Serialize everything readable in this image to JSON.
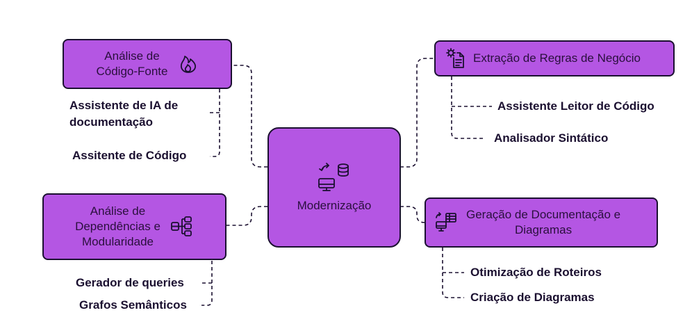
{
  "center": {
    "label": "Modernização",
    "icon": "code-database-monitor-icon"
  },
  "branches": {
    "code_analysis": {
      "label_line1": "Análise de",
      "label_line2": "Código-Fonte",
      "icon": "flame-icon",
      "leaves": [
        "Assistente de IA de",
        "documentação",
        "Assitente de Código"
      ]
    },
    "dependency_analysis": {
      "label_line1": "Análise de",
      "label_line2": "Dependências e",
      "label_line3": "Modularidade",
      "icon": "hierarchy-icon",
      "leaves": [
        "Gerador de queries",
        "Grafos Semânticos"
      ]
    },
    "business_rules": {
      "label": "Extração de Regras de Negócio",
      "icon": "document-gear-icon",
      "leaves": [
        "Assistente Leitor de Código",
        "Analisador Sintático"
      ]
    },
    "documentation": {
      "label_line1": "Geração de Documentação e",
      "label_line2": "Diagramas",
      "icon": "monitor-table-icon",
      "leaves": [
        "Otimização de Roteiros",
        "Criação de Diagramas"
      ]
    }
  },
  "colors": {
    "node_fill": "#b456e3",
    "node_border": "#1b1030",
    "text": "#1b1030"
  }
}
